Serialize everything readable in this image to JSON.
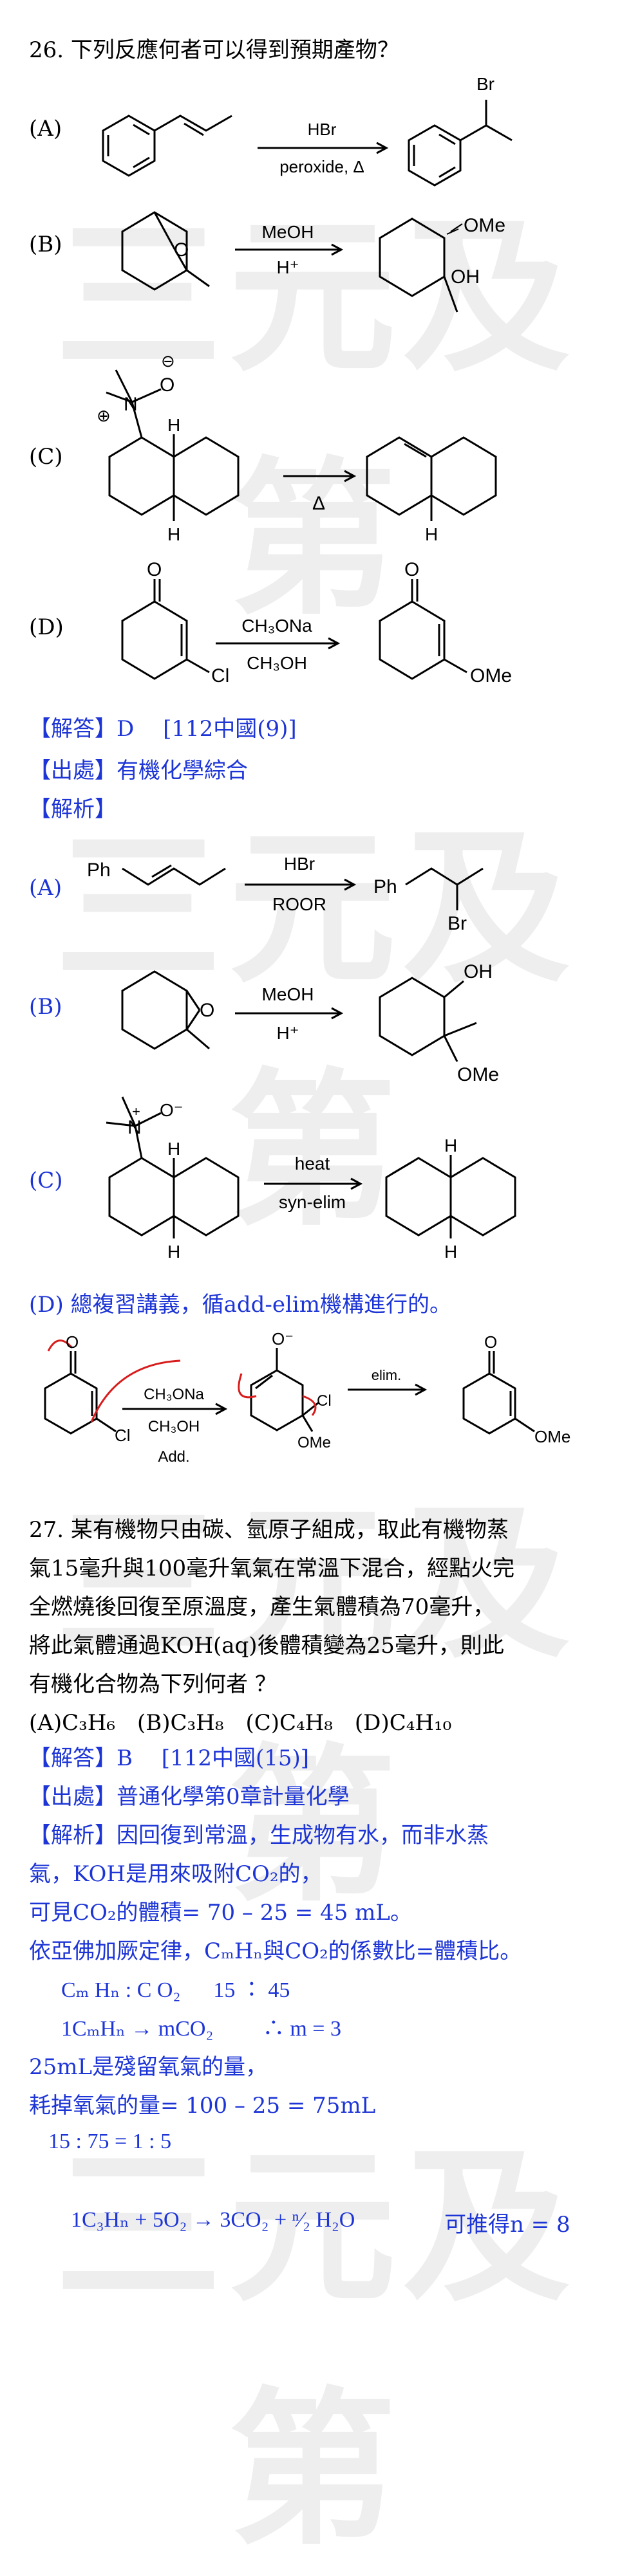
{
  "watermark": "三元及第",
  "q26": {
    "stem": "26. 下列反應何者可以得到預期產物？",
    "optA": {
      "label": "(A)",
      "reagent_top": "HBr",
      "reagent_bottom": "peroxide, Δ",
      "product_sub": "Br"
    },
    "optB": {
      "label": "(B)",
      "reagent_top": "MeOH",
      "reagent_bottom": "H⁺",
      "epoxide_o": "O",
      "product_sub1": "OMe",
      "product_sub2": "OH"
    },
    "optC": {
      "label": "(C)",
      "n_plus": "⊕",
      "n": "N",
      "o": "O",
      "o_minus": "⊖",
      "h1": "H",
      "h2": "H",
      "h3": "H",
      "reagent_bottom": "Δ"
    },
    "optD": {
      "label": "(D)",
      "ketone_o": "O",
      "cl": "Cl",
      "reagent_top": "CH₃ONa",
      "reagent_bottom": "CH₃OH",
      "product_o": "O",
      "product_sub": "OMe"
    },
    "answer": "【解答】D　 [112中國(9)]",
    "source": "【出處】有機化學綜合",
    "analysis": "【解析】",
    "solA": {
      "label": "(A)",
      "ph1": "Ph",
      "reagent_top": "HBr",
      "reagent_bottom": "ROOR",
      "ph2": "Ph",
      "br": "Br"
    },
    "solB": {
      "label": "(B)",
      "epoxide_o": "O",
      "reagent_top": "MeOH",
      "reagent_bottom": "H⁺",
      "oh": "OH",
      "ome": "OMe"
    },
    "solC": {
      "label": "(C)",
      "n_plus": "+",
      "n": "N",
      "o_minus": "O⁻",
      "h1": "H",
      "h2": "H",
      "h3": "H",
      "h4": "H",
      "reagent_top": "heat",
      "reagent_bottom": "syn-elim"
    },
    "solD": {
      "text": "(D) 總複習講義，循add-elim機構進行的。",
      "o1": "O",
      "cl1": "Cl",
      "reagent_top": "CH₃ONa",
      "reagent_bottom": "CH₃OH",
      "add": "Add.",
      "o_minus": "O⁻",
      "cl2": "Cl",
      "ome2": "OMe",
      "elim": "elim.",
      "o3": "O",
      "ome3": "OMe"
    }
  },
  "q27": {
    "stem": [
      "27. 某有機物只由碳、氫原子組成，取此有機物蒸",
      "氣15毫升與100毫升氧氣在常溫下混合，經點火完",
      "全燃燒後回復至原溫度，產生氣體積為70毫升，",
      "將此氣體通過KOH(aq)後體積變為25毫升，則此",
      "有機化合物為下列何者 ？"
    ],
    "options": "(A)C₃H₆　(B)C₃H₈　(C)C₄H₈　(D)C₄H₁₀",
    "answer": "【解答】B　 [112中國(15)]",
    "source": "【出處】普通化學第0章計量化學",
    "analysis": [
      "【解析】因回復到常溫，生成物有水，而非水蒸",
      "氣，KOH是用來吸附CO₂的，",
      "可見CO₂的體積= 70 – 25 = 45 mL。",
      "依亞佛加厥定律，CₘHₙ與CO₂的係數比=體積比。"
    ],
    "eq1": "Cₘ Hₙ : C O₂ 　 15 ∶ 45",
    "eq2": "1CₘHₙ → mCO₂ 　　∴ m = 3",
    "line5": "25mL是殘留氧氣的量，",
    "line6": "耗掉氧氣的量= 100 – 25 = 75mL",
    "eq3": "15 : 75 = 1 : 5",
    "eq4": "1C₃Hₙ + 5O₂ → 3CO₂ + ⁿ⁄₂ H₂O",
    "eq4_note": "可推得n = 8"
  }
}
